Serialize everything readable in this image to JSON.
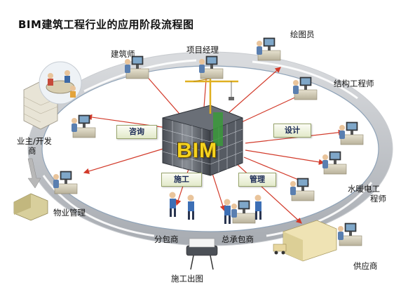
{
  "title": "BIM建筑工程行业的应用阶段流程图",
  "center_label": "BIM",
  "phases": {
    "consult": "咨询",
    "design": "设计",
    "construct": "施工",
    "manage": "管理"
  },
  "roles": {
    "architect": "建筑师",
    "project_manager": "项目经理",
    "drafter": "绘图员",
    "structural_engineer": "结构工程师",
    "owner_line1": "业主/开发",
    "owner_line2": "商",
    "property_management": "物业管理",
    "mep_engineer_line1": "水暖电工",
    "mep_engineer_line2": "程师",
    "subcontractor": "分包商",
    "general_contractor": "总承包商",
    "supplier": "供应商",
    "construction_drawing": "施工出图"
  },
  "colors": {
    "ring": "#b9bcc2",
    "ring_edge": "#8fa3b8",
    "arrow": "#d23a2a",
    "bim_text": "#f6d31e"
  }
}
